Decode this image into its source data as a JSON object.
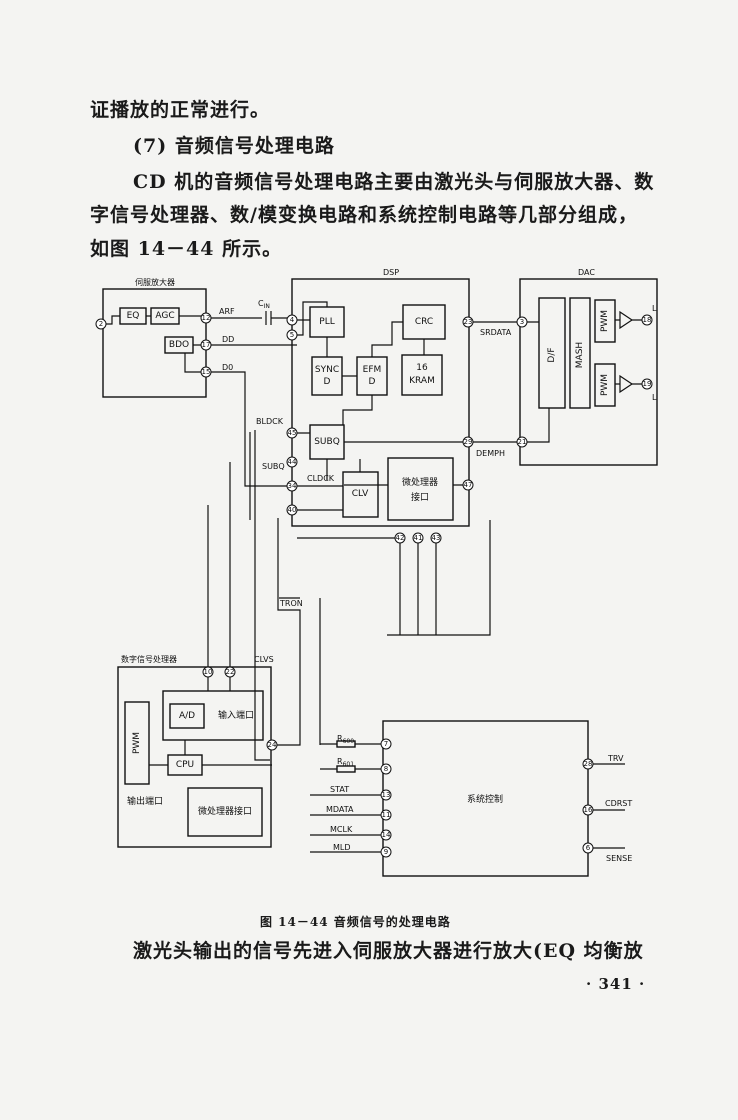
{
  "text": {
    "line1": "证播放的正常进行。",
    "heading": "(7) 音频信号处理电路",
    "para1_l1": "CD 机的音频信号处理电路主要由激光头与伺服放大器、数",
    "para1_l2": "字信号处理器、数/模变换电路和系统控制电路等几部分组成，",
    "para1_l3": "如图 14－44 所示。",
    "caption": "图 14－44   音频信号的处理电路",
    "para2": "激光头输出的信号先进入伺服放大器进行放大(EQ 均衡放",
    "page_number": "· 341 ·"
  },
  "diagram": {
    "sections": {
      "servo": "伺服放大器",
      "dsp": "DSP",
      "dac": "DAC",
      "digital_processor": "数字信号处理器"
    },
    "blocks": {
      "eq": "EQ",
      "agc": "AGC",
      "bdo": "BDO",
      "pll": "PLL",
      "crc": "CRC",
      "sync": [
        "SYNC",
        "D"
      ],
      "efm": [
        "EFM",
        "D"
      ],
      "ram": [
        "16",
        "KRAM"
      ],
      "subq": "SUBQ",
      "clv": "CLV",
      "mcu_if": [
        "微处理器",
        "接口"
      ],
      "df": "D/F",
      "mash": "MASH",
      "pwm1": "PWM",
      "pwm2": "PWM",
      "ad": "A/D",
      "input_port": "输入端口",
      "pwm3": "PWM",
      "cpu": "CPU",
      "output_port": "输出端口",
      "mcu_port": "微处理器接口",
      "syscon": "系统控制"
    },
    "signals": {
      "arf": "ARF",
      "cin": "C",
      "cin_sub": "IN",
      "dd": "DD",
      "do": "D0",
      "srdata": "SRDATA",
      "bldck": "BLDCK",
      "subq_out": "SUBQ",
      "clock": "CLDCK",
      "demph": "DEMPH",
      "tron": "TRON",
      "clvs": "CLVS",
      "r1": "R",
      "r1_sub": "600",
      "r2": "R",
      "r2_sub": "601",
      "stat": "STAT",
      "mdata": "MDATA",
      "mclk": "MCLK",
      "mld": "MLD",
      "trv": "TRV",
      "cdrst": "CDRST",
      "sense": "SENSE",
      "out_l": "L",
      "out_r": "L"
    },
    "pins": {
      "p2": "2",
      "p12": "12",
      "p17": "17",
      "p15": "15",
      "p4": "4",
      "p5": "5",
      "p45": "45",
      "p44": "44",
      "p34": "34",
      "p40": "40",
      "p47": "47",
      "p42": "42",
      "p41": "41",
      "p43": "43",
      "p23": "23",
      "p29": "29",
      "p3": "3",
      "p21": "21",
      "p18": "18",
      "p19": "19",
      "p10": "10",
      "p22": "22",
      "p24": "24",
      "p7": "7",
      "p8": "8",
      "p13": "13",
      "p11": "11",
      "p14": "14",
      "p9": "9",
      "p28": "28",
      "p16": "16",
      "p6": "6"
    }
  }
}
